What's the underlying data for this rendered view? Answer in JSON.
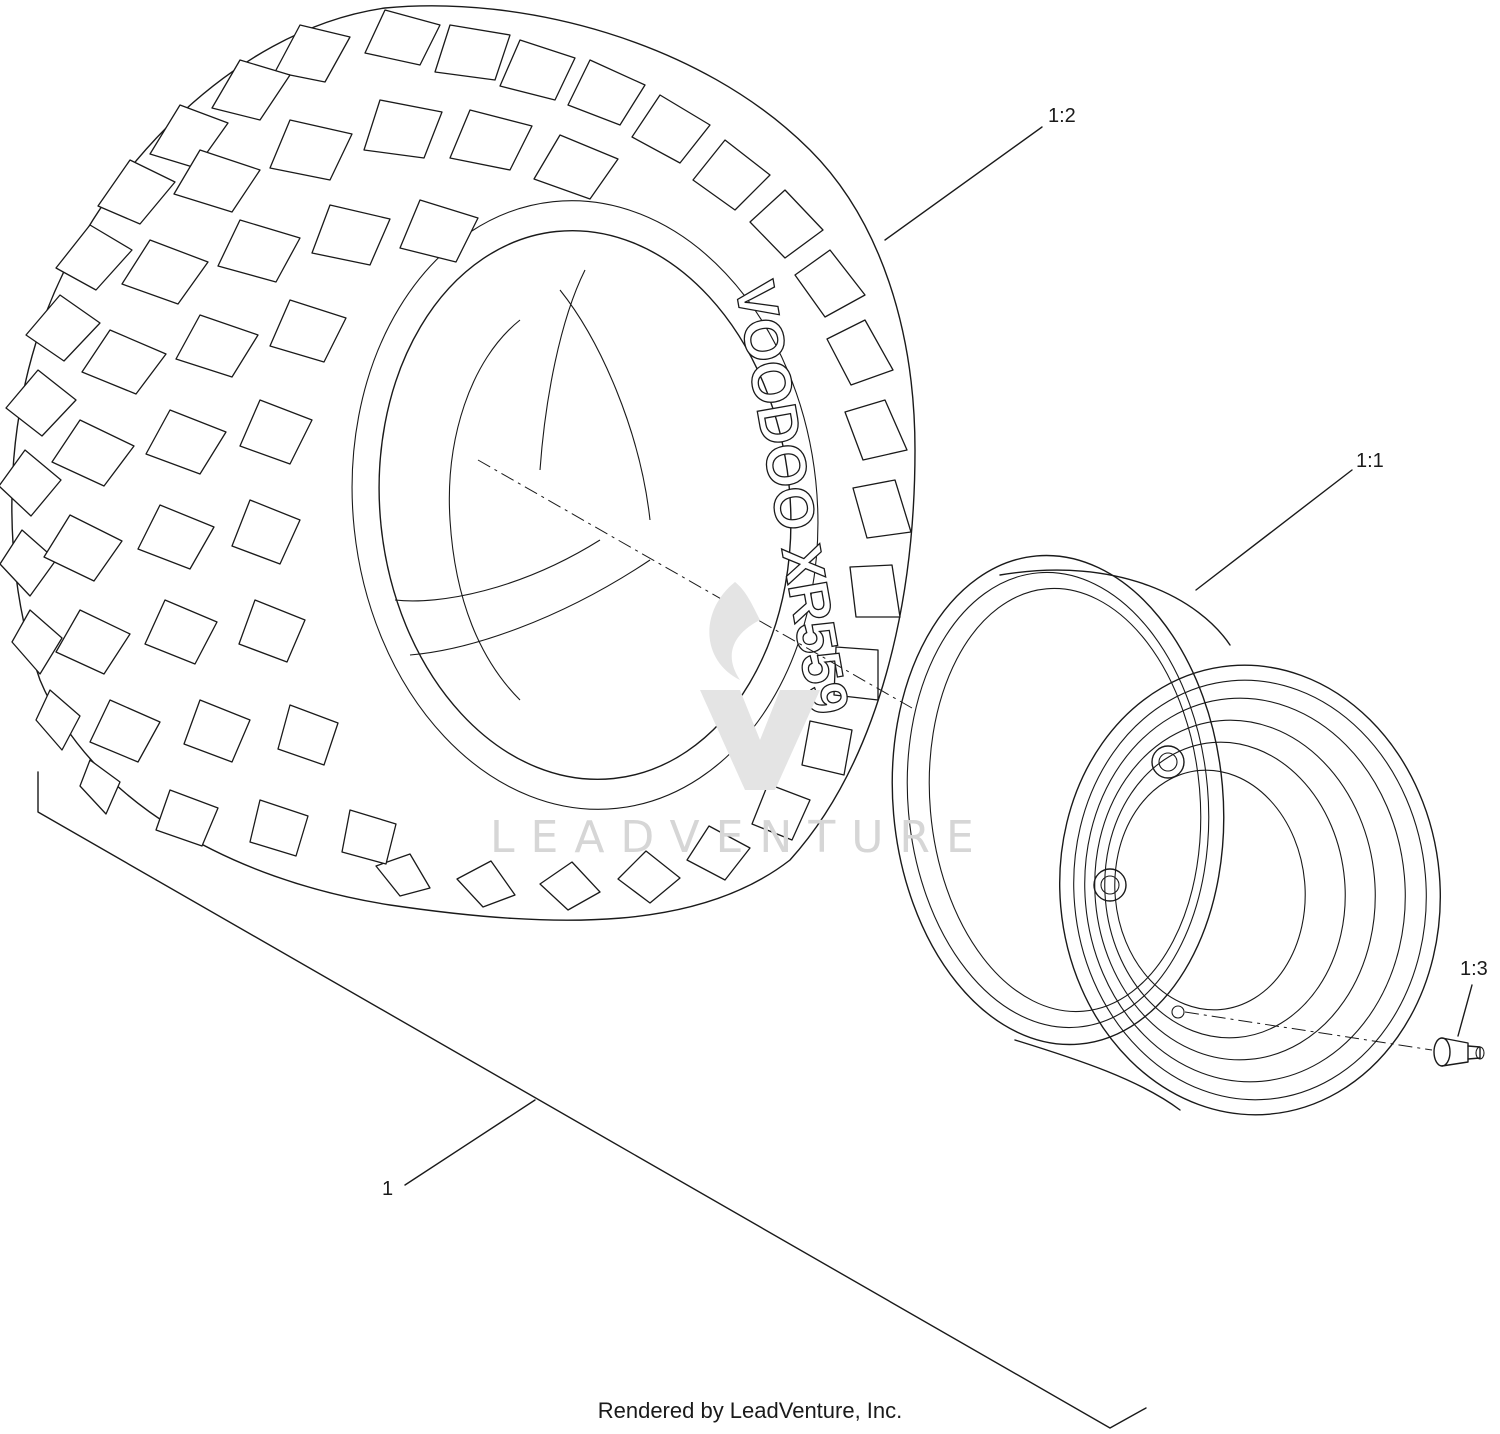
{
  "diagram": {
    "callouts": {
      "assembly": "1",
      "rim": "1:1",
      "tire": "1:2",
      "valve_stem": "1:3"
    },
    "tire_sidewall_text": "VOODOO XR559",
    "watermark": "LEADVENTURE"
  },
  "footer": {
    "text": "Rendered by LeadVenture, Inc."
  }
}
